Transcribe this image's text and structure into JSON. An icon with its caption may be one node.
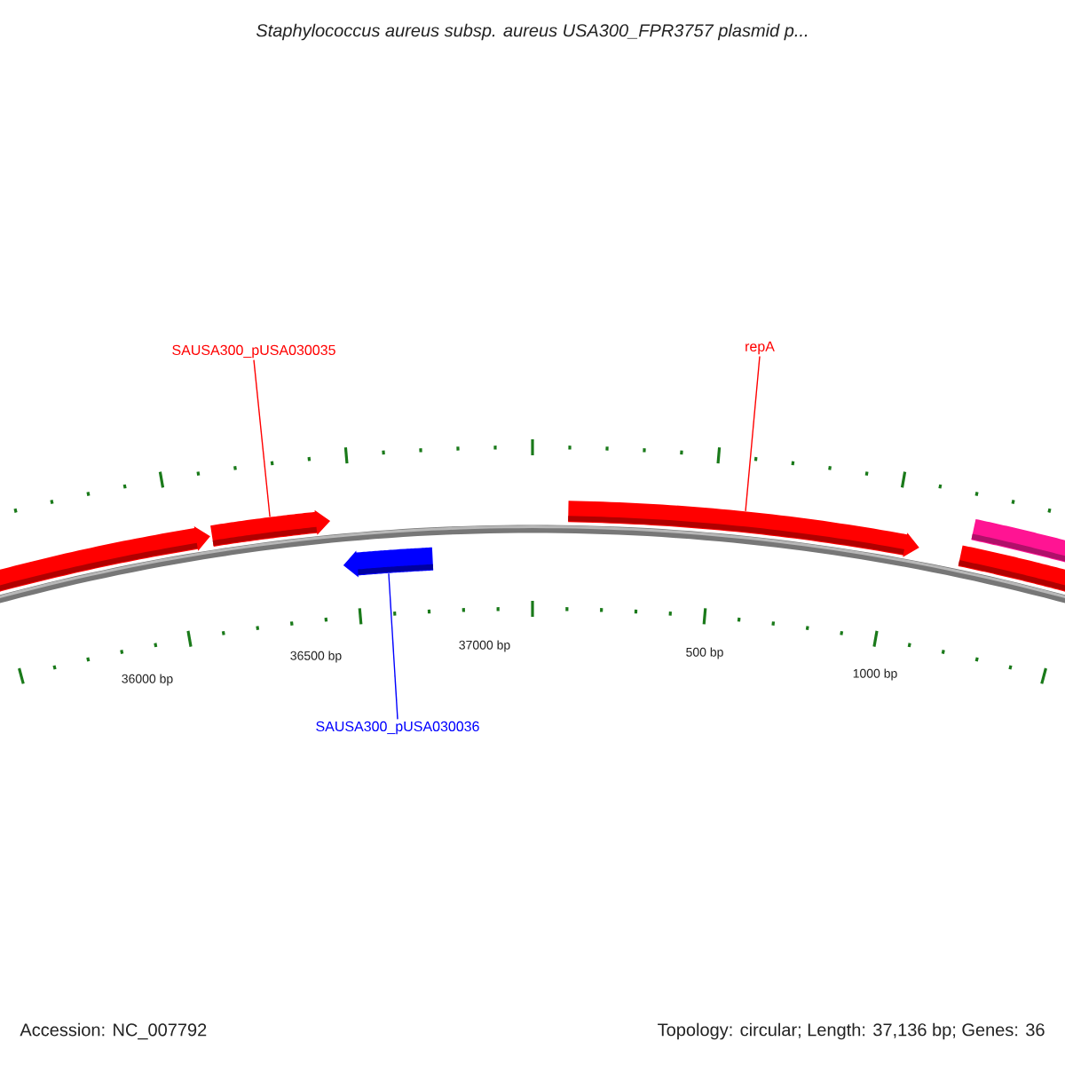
{
  "diagram": {
    "title": "Staphylococcus aureus subsp. aureus USA300_FPR3757 plasmid p...",
    "nodes": [
      {
        "text": [
          "SAUSA300_pUSA030035"
        ]
      },
      {
        "text": [
          "repA"
        ]
      },
      {
        "text": [
          "SAUSA300_pUSA030036"
        ]
      },
      {
        "text": [],
        "shape": "arrow"
      },
      {
        "text": [],
        "shape": "arrow"
      },
      {
        "text": [],
        "shape": "arrow"
      },
      {
        "text": [],
        "shape": "arrow"
      },
      {
        "text": [],
        "shape": "arrow"
      },
      {
        "text": [],
        "shape": "arrow"
      }
    ],
    "edges": [
      {
        "from": 0,
        "to": 4,
        "arrow": "none",
        "color": "#ff0000"
      },
      {
        "from": 1,
        "to": 6,
        "arrow": "none",
        "color": "#ff0000"
      },
      {
        "from": 2,
        "to": 5,
        "arrow": "none",
        "color": "#0000ff"
      }
    ],
    "labels": [
      "36000 bp",
      "36500 bp",
      "37000 bp",
      "500 bp",
      "1000 bp",
      "Accession: NC_007792",
      "Topology: circular; Length: 37,136 bp; Genes: 36"
    ]
  }
}
